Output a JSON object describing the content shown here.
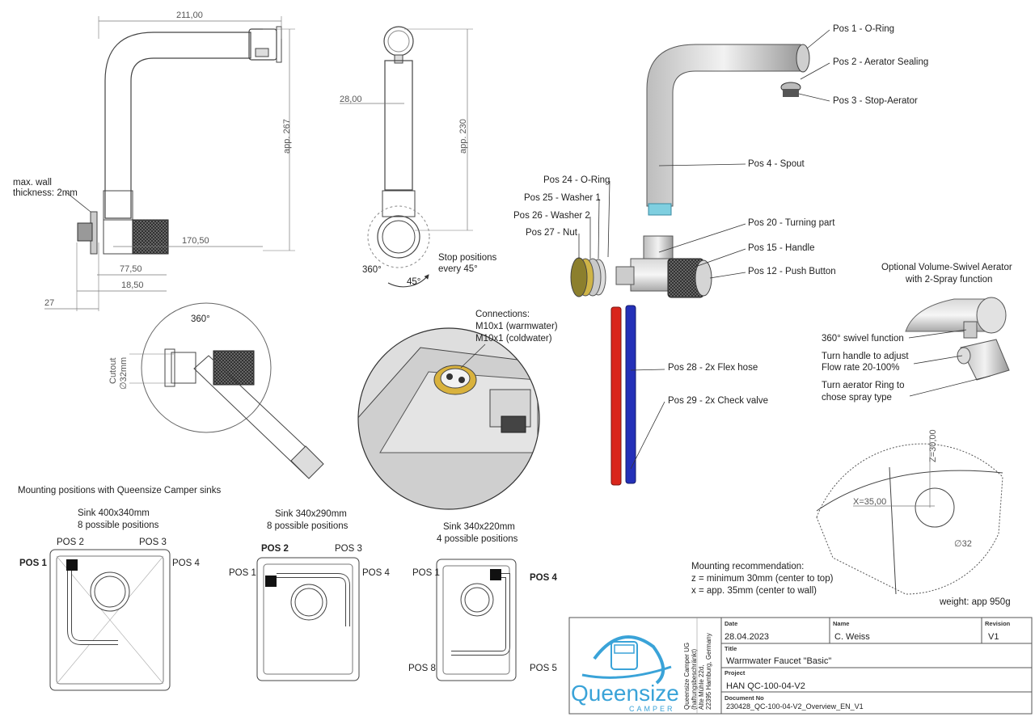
{
  "side_view": {
    "dims": {
      "width": "211,00",
      "height": "app. 267",
      "spout_reach": "170,50",
      "body": "77,50",
      "thread": "18,50",
      "nut": "27"
    },
    "wall_note": [
      "max. wall",
      "thickness: 2mm"
    ]
  },
  "front_view": {
    "dims": {
      "diameter": "28,00",
      "height": "app. 230"
    },
    "rotation": "360°",
    "angle": "45°",
    "stop_note": [
      "Stop positions",
      "every 45°"
    ]
  },
  "top_view": {
    "rotation": "360°",
    "cutout": "Cutout",
    "cutout_dim": "∅32mm"
  },
  "connections": {
    "title": "Connections:",
    "lines": [
      "M10x1 (warmwater)",
      "M10x1 (coldwater)"
    ]
  },
  "parts": [
    {
      "label": "Pos 1 - O-Ring"
    },
    {
      "label": "Pos 2 - Aerator Sealing"
    },
    {
      "label": "Pos 3 - Stop-Aerator"
    },
    {
      "label": "Pos 4 - Spout"
    },
    {
      "label": "Pos 20 - Turning part"
    },
    {
      "label": "Pos 15 - Handle"
    },
    {
      "label": "Pos 12 - Push Button"
    },
    {
      "label": "Pos 24 - O-Ring"
    },
    {
      "label": "Pos 25 - Washer 1"
    },
    {
      "label": "Pos 26 - Washer 2"
    },
    {
      "label": "Pos 27 - Nut"
    },
    {
      "label": "Pos 28 - 2x Flex hose"
    },
    {
      "label": "Pos 29 - 2x Check valve"
    }
  ],
  "optional": {
    "title": [
      "Optional Volume-Swivel Aerator",
      "with 2-Spray function"
    ],
    "notes": [
      {
        "lines": [
          "360° swivel function"
        ]
      },
      {
        "lines": [
          "Turn handle to adjust",
          "Flow rate 20-100%"
        ]
      },
      {
        "lines": [
          "Turn aerator Ring to",
          "chose spray type"
        ]
      }
    ]
  },
  "mounting": {
    "title": "Mounting positions with Queensize Camper sinks",
    "sinks": [
      {
        "name": "Sink 400x340mm",
        "positions": "8 possible positions",
        "pos_labels": [
          "POS 1",
          "POS 2",
          "POS 3",
          "POS 4"
        ]
      },
      {
        "name": "Sink 340x290mm",
        "positions": "8 possible positions",
        "pos_labels": [
          "POS 1",
          "POS 2",
          "POS 3",
          "POS 4"
        ]
      },
      {
        "name": "Sink 340x220mm",
        "positions": "4 possible positions",
        "pos_labels": [
          "POS 1",
          "POS 4",
          "POS 8",
          "POS 5"
        ]
      }
    ]
  },
  "recommendation": {
    "z_dim": "Z=30,00",
    "x_dim": "X=35,00",
    "d_dim": "∅32",
    "title": "Mounting recommendation:",
    "lines": [
      "z = minimum 30mm (center to top)",
      "x = app. 35mm (center to wall)"
    ],
    "weight": "weight: app 950g"
  },
  "title_block": {
    "company": [
      "Queensize Camper UG",
      "(haftungsbeschränkt)",
      "Alte Mühle 22d,",
      "22395 Hamburg, Germany"
    ],
    "logo_text": "Queensize",
    "logo_sub": "CAMPER",
    "date_cap": "Date",
    "date": "28.04.2023",
    "name_cap": "Name",
    "name": "C. Weiss",
    "rev_cap": "Revision",
    "rev": "V1",
    "title_cap": "Title",
    "title": "Warmwater Faucet \"Basic\"",
    "project_cap": "Project",
    "project": "HAN QC-100-04-V2",
    "doc_cap": "Document No",
    "doc": "230428_QC-100-04-V2_Overview_EN_V1"
  },
  "colors": {
    "hot": "#d9261c",
    "cold": "#2430b8",
    "logo_blue": "#3aa3d8",
    "knurl": "#1c1c1c"
  }
}
